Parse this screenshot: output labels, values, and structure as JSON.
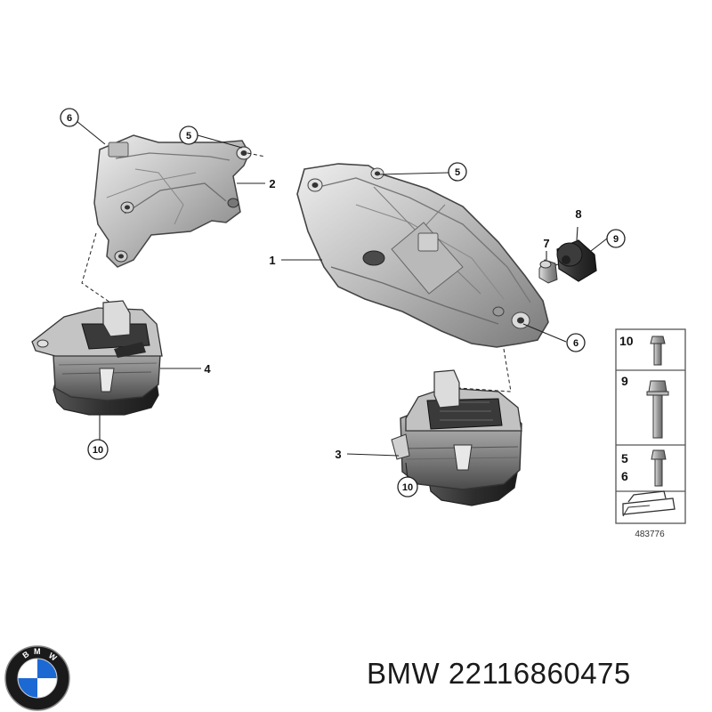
{
  "callouts": {
    "c6_top": "6",
    "c5_top": "5",
    "c2": "2",
    "c5_right": "5",
    "c8": "8",
    "c7": "7",
    "c9": "9",
    "c1": "1",
    "c6_right": "6",
    "c4": "4",
    "c10_left": "10",
    "c3": "3",
    "c10_mid": "10"
  },
  "legend": {
    "row1": "10",
    "row2": "9",
    "row3a": "5",
    "row3b": "6"
  },
  "reference_number": "483776",
  "brand": "BMW",
  "part_number": "BMW 22116860475",
  "logo_letters": "BMW",
  "colors": {
    "metal_light": "#d9d9d9",
    "metal_mid": "#a9a9a9",
    "metal_dark": "#5e5e5e",
    "rubber": "#3a3a3a",
    "logo_blue": "#1c69d4"
  }
}
